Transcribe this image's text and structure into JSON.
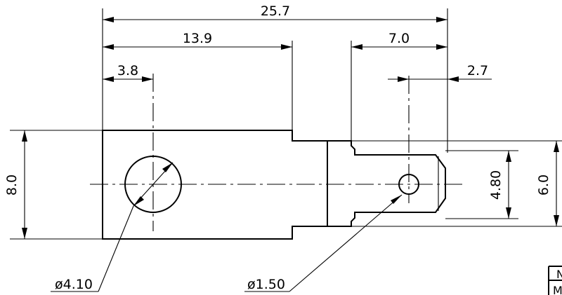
{
  "dimensions": {
    "overall_length": "25.7",
    "body_length": "13.9",
    "hole_offset": "3.8",
    "tab_length": "7.0",
    "pin_offset": "2.7",
    "body_height": "8.0",
    "tab_height": "6.0",
    "tip_height": "4.80",
    "hole_diameter": "ø4.10",
    "pin_diameter": "ø1.50"
  },
  "title_block": {
    "row1": "N",
    "row2": "M"
  }
}
